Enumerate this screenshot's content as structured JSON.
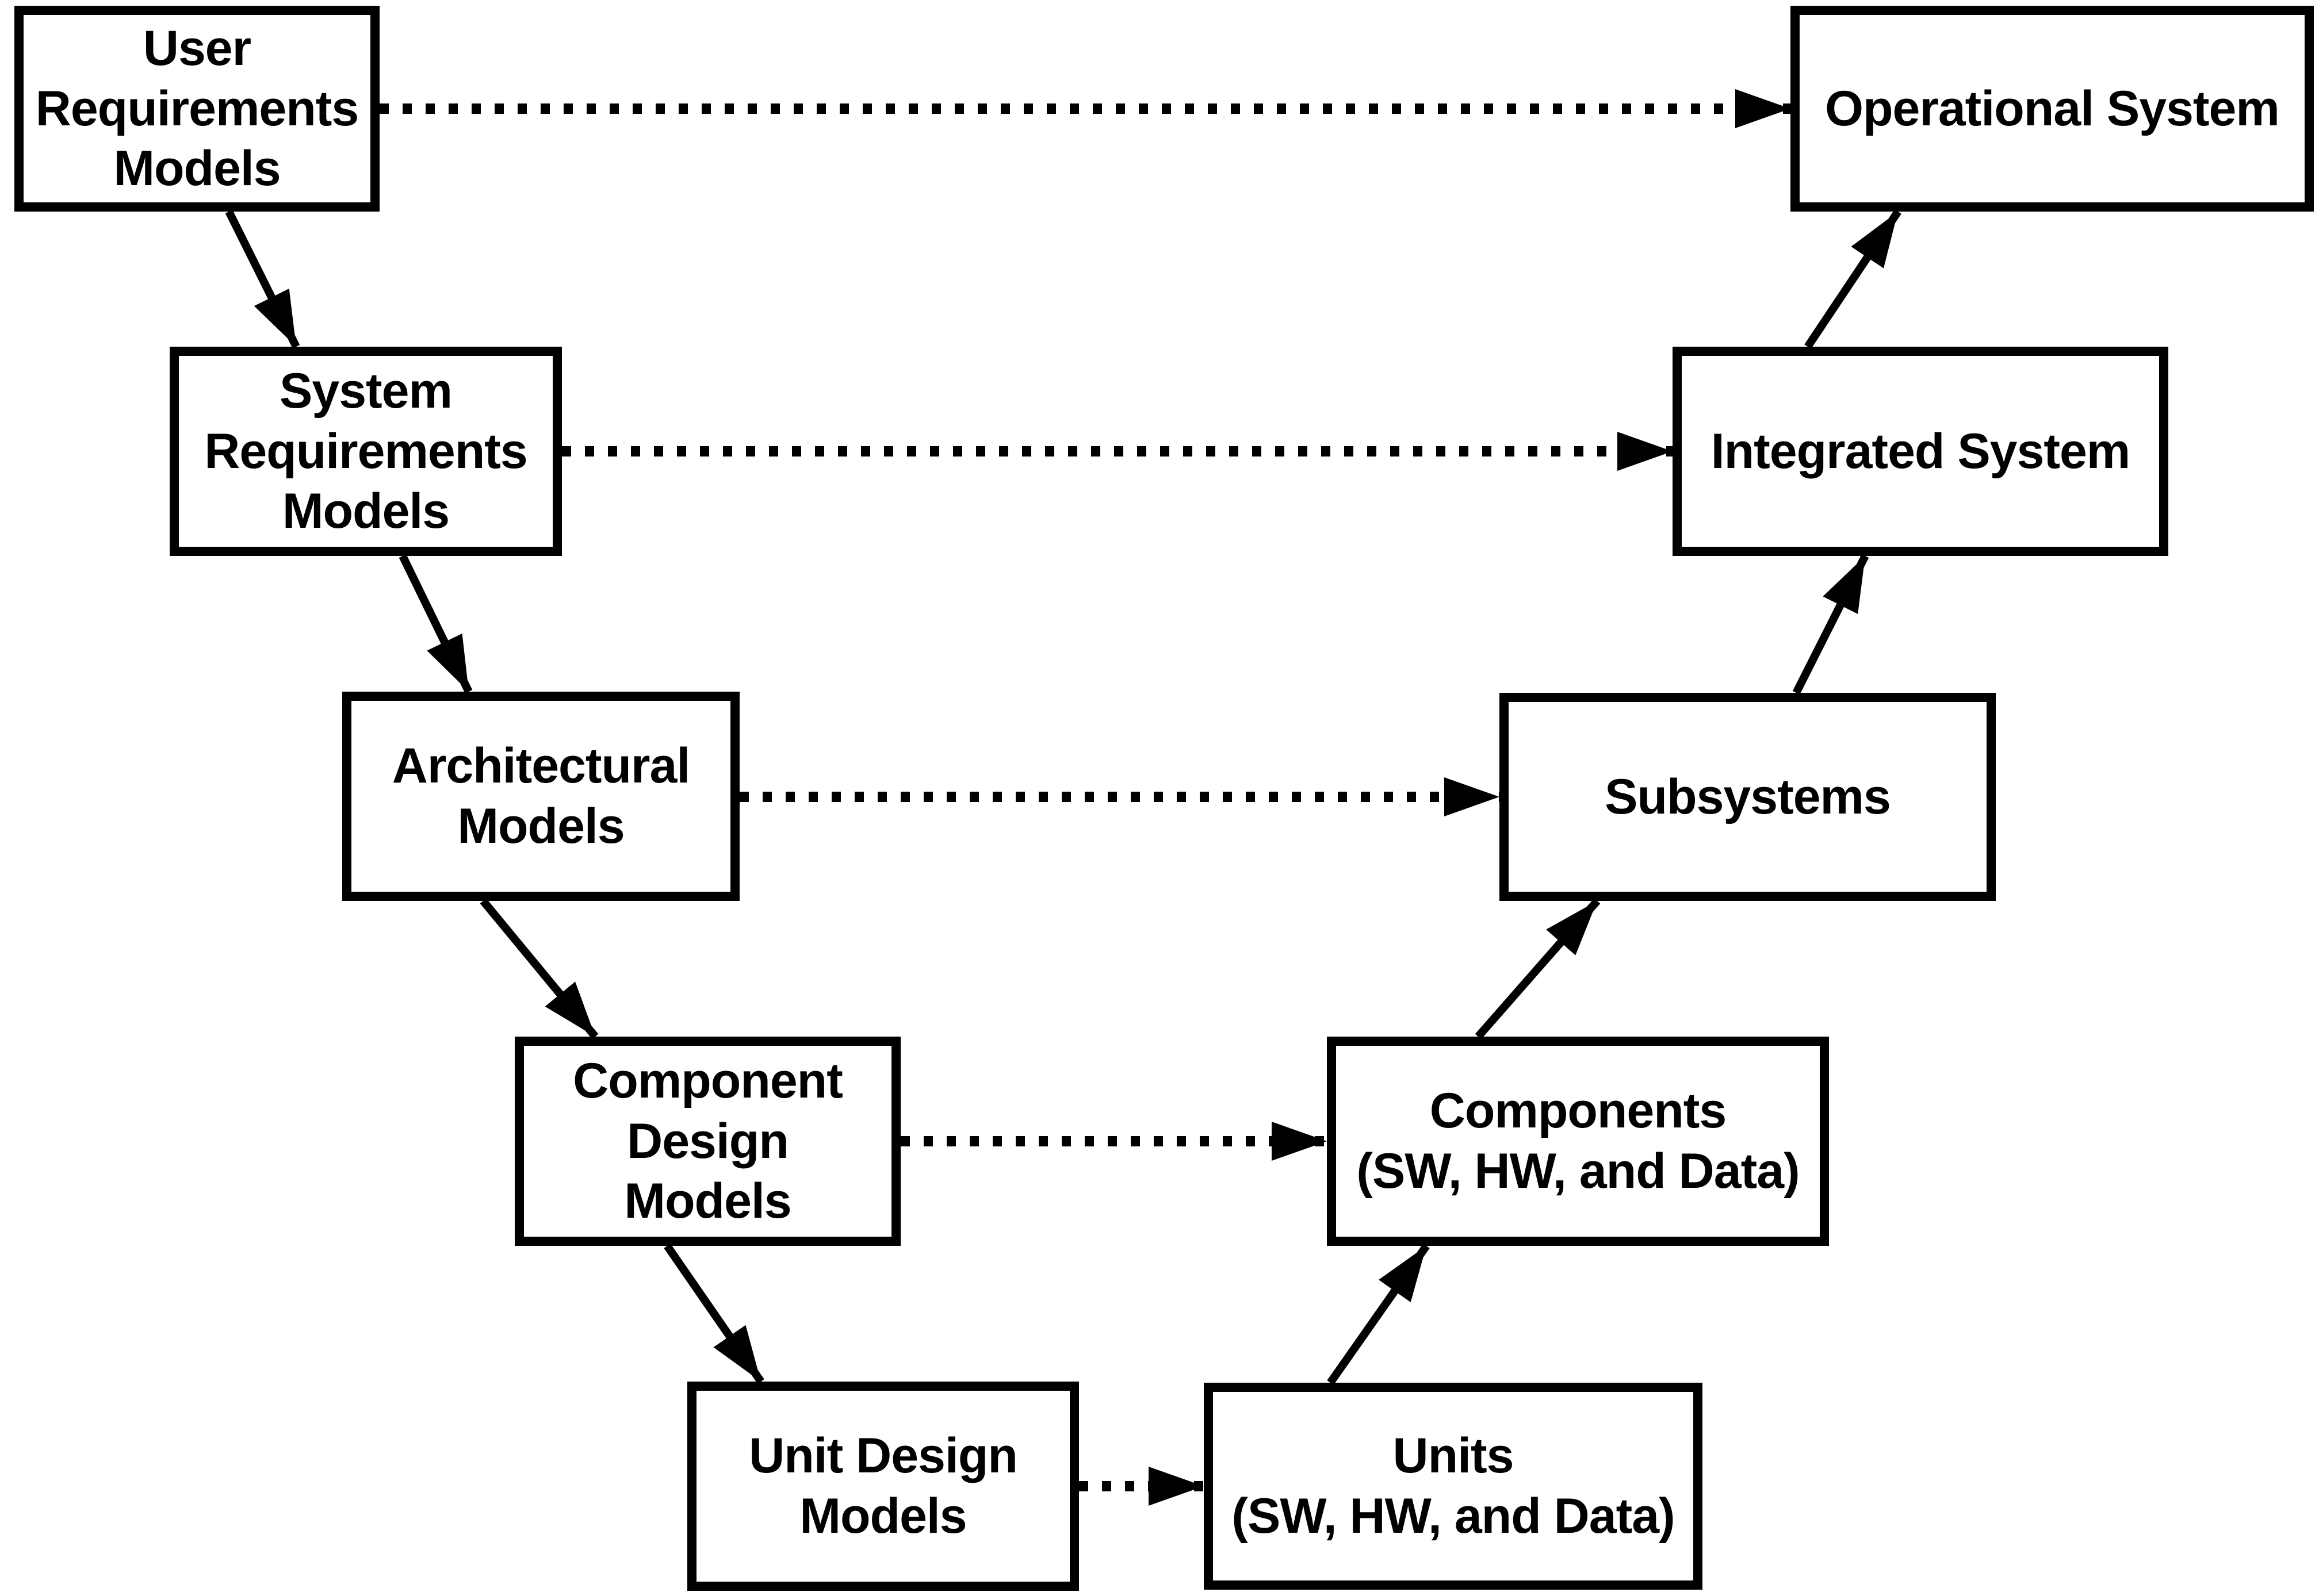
{
  "diagram": {
    "colors": {
      "line": "#000000",
      "box_fill": "#ffffff",
      "background": "#ffffff",
      "text": "#000000"
    },
    "nodes": [
      {
        "id": "user-requirements-models",
        "label": "User\nRequirements\nModels"
      },
      {
        "id": "system-requirements-models",
        "label": "System\nRequirements\nModels"
      },
      {
        "id": "architectural-models",
        "label": "Architectural\nModels"
      },
      {
        "id": "component-design-models",
        "label": "Component\nDesign\nModels"
      },
      {
        "id": "unit-design-models",
        "label": "Unit Design\nModels"
      },
      {
        "id": "units",
        "label": "Units\n(SW, HW, and Data)"
      },
      {
        "id": "components",
        "label": "Components\n(SW, HW, and Data)"
      },
      {
        "id": "subsystems",
        "label": "Subsystems"
      },
      {
        "id": "integrated-system",
        "label": "Integrated System"
      },
      {
        "id": "operational-system",
        "label": "Operational System"
      }
    ],
    "edges": [
      {
        "from": "user-requirements-models",
        "to": "system-requirements-models",
        "style": "solid"
      },
      {
        "from": "system-requirements-models",
        "to": "architectural-models",
        "style": "solid"
      },
      {
        "from": "architectural-models",
        "to": "component-design-models",
        "style": "solid"
      },
      {
        "from": "component-design-models",
        "to": "unit-design-models",
        "style": "solid"
      },
      {
        "from": "units",
        "to": "components",
        "style": "solid"
      },
      {
        "from": "components",
        "to": "subsystems",
        "style": "solid"
      },
      {
        "from": "subsystems",
        "to": "integrated-system",
        "style": "solid"
      },
      {
        "from": "integrated-system",
        "to": "operational-system",
        "style": "solid"
      },
      {
        "from": "user-requirements-models",
        "to": "operational-system",
        "style": "dashed"
      },
      {
        "from": "system-requirements-models",
        "to": "integrated-system",
        "style": "dashed"
      },
      {
        "from": "architectural-models",
        "to": "subsystems",
        "style": "dashed"
      },
      {
        "from": "component-design-models",
        "to": "components",
        "style": "dashed"
      },
      {
        "from": "unit-design-models",
        "to": "units",
        "style": "dashed"
      }
    ]
  }
}
